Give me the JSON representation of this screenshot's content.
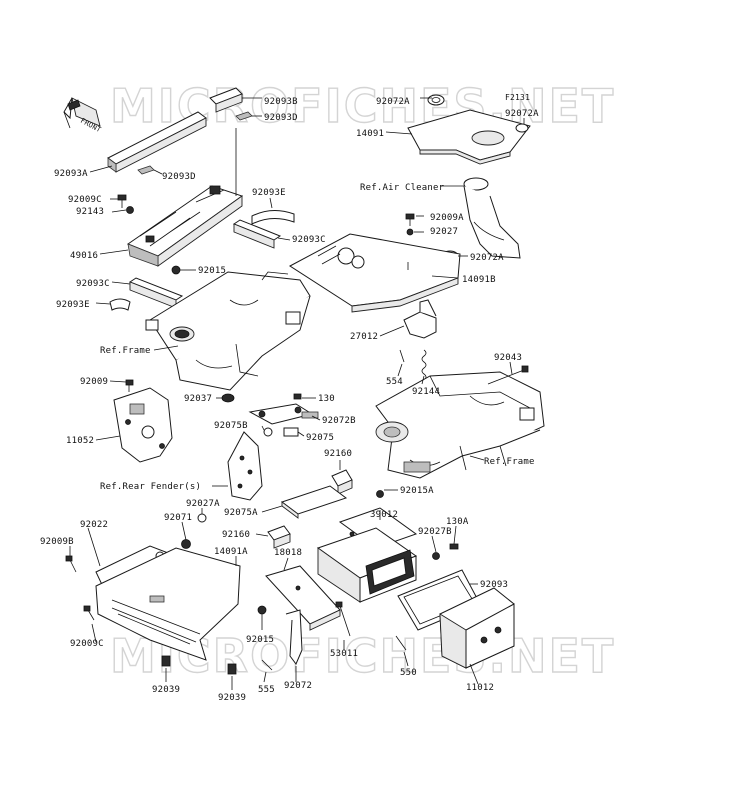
{
  "watermark": {
    "text": "MICROFICHES.NET"
  },
  "figure_code": "F2131",
  "front_arrow": {
    "label": "FRONT"
  },
  "labels": [
    {
      "text": "92093B"
    },
    {
      "text": "92093D"
    },
    {
      "text": "92072A"
    },
    {
      "text": "92072A"
    },
    {
      "text": "14091"
    },
    {
      "text": "92093A"
    },
    {
      "text": "92093D"
    },
    {
      "text": "Ref.Air Cleaner"
    },
    {
      "text": "92009C"
    },
    {
      "text": "92143"
    },
    {
      "text": "92093E"
    },
    {
      "text": "92009A"
    },
    {
      "text": "92027"
    },
    {
      "text": "92093C"
    },
    {
      "text": "49016"
    },
    {
      "text": "92015"
    },
    {
      "text": "92072A"
    },
    {
      "text": "14091B"
    },
    {
      "text": "92093C"
    },
    {
      "text": "92093E"
    },
    {
      "text": "27012"
    },
    {
      "text": "Ref.Frame"
    },
    {
      "text": "92043"
    },
    {
      "text": "554"
    },
    {
      "text": "92144"
    },
    {
      "text": "92009"
    },
    {
      "text": "92037"
    },
    {
      "text": "130"
    },
    {
      "text": "92072B"
    },
    {
      "text": "11052"
    },
    {
      "text": "92075B"
    },
    {
      "text": "92075"
    },
    {
      "text": "Ref.Frame"
    },
    {
      "text": "92160"
    },
    {
      "text": "Ref.Rear Fender(s)"
    },
    {
      "text": "92015A"
    },
    {
      "text": "92027A"
    },
    {
      "text": "92075A"
    },
    {
      "text": "92071"
    },
    {
      "text": "39012"
    },
    {
      "text": "130A"
    },
    {
      "text": "92022"
    },
    {
      "text": "92027B"
    },
    {
      "text": "92160"
    },
    {
      "text": "92009B"
    },
    {
      "text": "14091A"
    },
    {
      "text": "18018"
    },
    {
      "text": "92093"
    },
    {
      "text": "92009C"
    },
    {
      "text": "92015"
    },
    {
      "text": "53011"
    },
    {
      "text": "550"
    },
    {
      "text": "11012"
    },
    {
      "text": "92039"
    },
    {
      "text": "555"
    },
    {
      "text": "92072"
    },
    {
      "text": "92039"
    }
  ]
}
